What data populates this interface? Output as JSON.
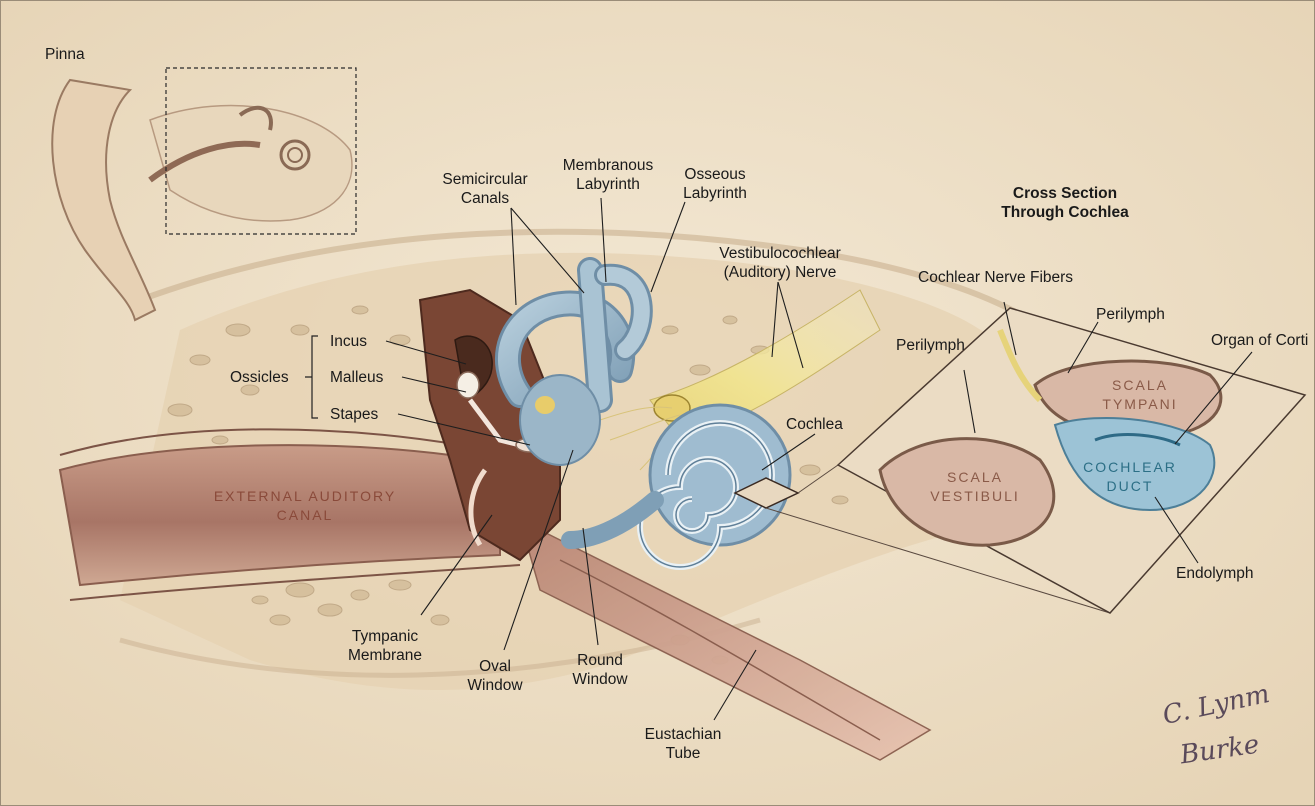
{
  "labels": {
    "pinna": "Pinna",
    "semicircular_canals": "Semicircular\nCanals",
    "membranous_labyrinth": "Membranous\nLabyrinth",
    "osseous_labyrinth": "Osseous\nLabyrinth",
    "vestibulocochlear_nerve": "Vestibulocochlear\n(Auditory) Nerve",
    "ossicles": "Ossicles",
    "incus": "Incus",
    "malleus": "Malleus",
    "stapes": "Stapes",
    "cochlea": "Cochlea",
    "external_auditory_canal": "EXTERNAL AUDITORY\nCANAL",
    "tympanic_membrane": "Tympanic\nMembrane",
    "oval_window": "Oval\nWindow",
    "round_window": "Round\nWindow",
    "eustachian_tube": "Eustachian\nTube"
  },
  "cross_section": {
    "title": "Cross Section\nThrough Cochlea",
    "cochlear_nerve_fibers": "Cochlear Nerve Fibers",
    "perilymph_upper": "Perilymph",
    "perilymph_left": "Perilymph",
    "organ_of_corti": "Organ of Corti",
    "scala_tympani": "SCALA\nTYMPANI",
    "scala_vestibuli": "SCALA\nVESTIBULI",
    "cochlear_duct": "COCHLEAR\nDUCT",
    "endolymph": "Endolymph"
  },
  "signature": {
    "line1": "C. Lynm",
    "line2": "Burke"
  },
  "colors": {
    "background": "#efe2cc",
    "bone": "#e2cfae",
    "flesh": "#a8786a",
    "dark_tissue": "#6b3e2c",
    "labyrinth": "#9fbcd0",
    "nerve": "#f2e9a6",
    "scala_text": "#8a5a48",
    "duct_text": "#2c6f86"
  }
}
